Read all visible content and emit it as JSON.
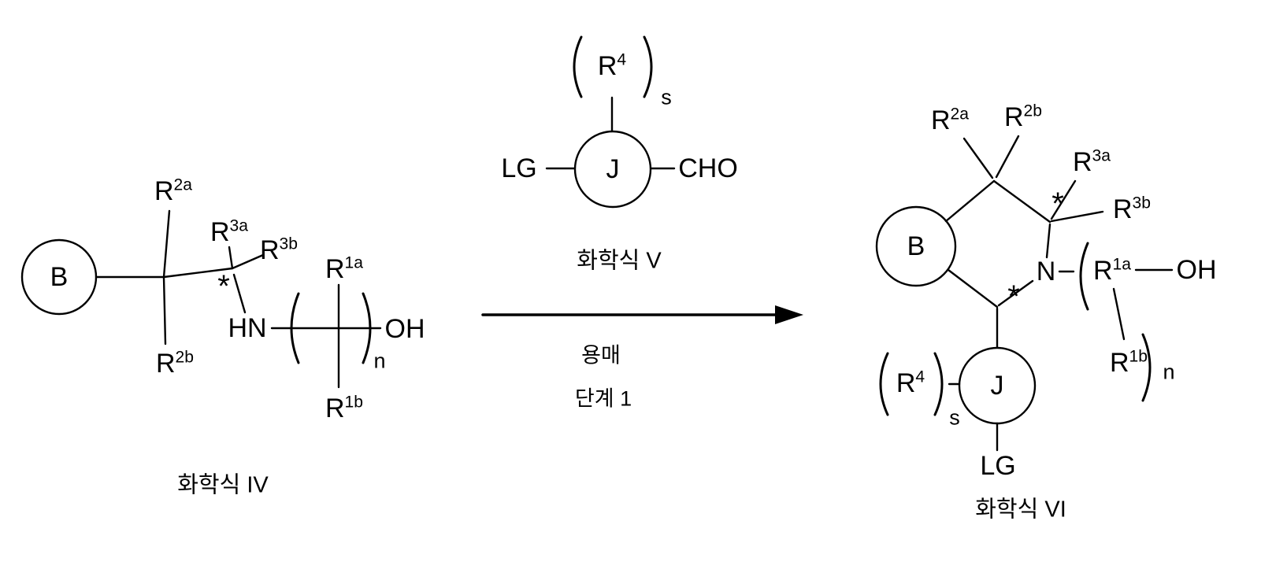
{
  "formula_iv": {
    "caption": "화학식 IV",
    "atoms": {
      "b": "B",
      "r2a": {
        "base": "R",
        "sup": "2a"
      },
      "r2b": {
        "base": "R",
        "sup": "2b"
      },
      "r3a": {
        "base": "R",
        "sup": "3a"
      },
      "r3b": {
        "base": "R",
        "sup": "3b"
      },
      "stereocenter": "*",
      "hn": "HN",
      "r1a": {
        "base": "R",
        "sup": "1a"
      },
      "r1b": {
        "base": "R",
        "sup": "1b"
      },
      "repeat_sub": "n",
      "oh": "OH"
    }
  },
  "formula_v": {
    "caption": "화학식 V",
    "atoms": {
      "r4": {
        "base": "R",
        "sup": "4"
      },
      "repeat_sub": "s",
      "j": "J",
      "lg": "LG",
      "cho": "CHO"
    }
  },
  "reaction": {
    "solvent": "용매",
    "step": "단계 1"
  },
  "formula_vi": {
    "caption": "화학식 VI",
    "atoms": {
      "b": "B",
      "r2a": {
        "base": "R",
        "sup": "2a"
      },
      "r2b": {
        "base": "R",
        "sup": "2b"
      },
      "r3a": {
        "base": "R",
        "sup": "3a"
      },
      "r3b": {
        "base": "R",
        "sup": "3b"
      },
      "stereocenter_top": "*",
      "stereocenter_bottom": "*",
      "n": "N",
      "r1a": {
        "base": "R",
        "sup": "1a"
      },
      "r1b": {
        "base": "R",
        "sup": "1b"
      },
      "oh": "OH",
      "repeat_sub_n": "n",
      "j": "J",
      "r4": {
        "base": "R",
        "sup": "4"
      },
      "repeat_sub_s": "s",
      "lg": "LG"
    }
  }
}
